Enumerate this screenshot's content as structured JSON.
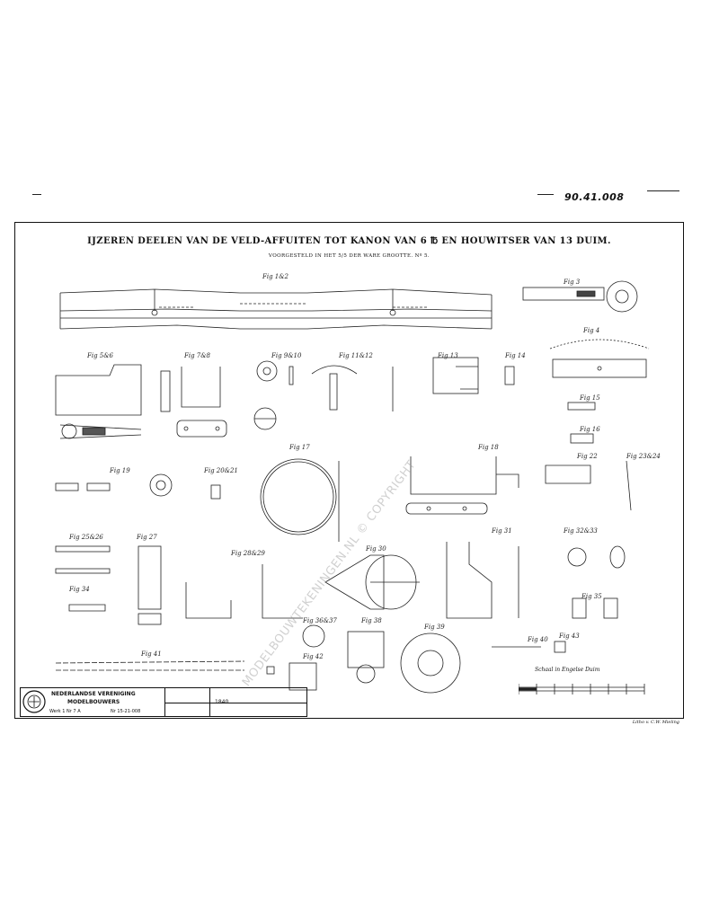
{
  "stamp": {
    "text": "90.41.008"
  },
  "sheet": {
    "title": "IJZEREN DEELEN VAN DE VELD-AFFUITEN TOT KANON VAN 6 ℔ EN HOUWITSER VAN 13 DUIM.",
    "subtitle": "VOORGESTELD IN HET 5/5 DER WARE GROOTTE. Nº 5."
  },
  "watermark": {
    "text": "MODELBOUWTEKENINGEN.NL © COPYRIGHT"
  },
  "title_block": {
    "org_line1": "NEDERLANDSE VERENIGING",
    "org_line2": "MODELBOUWERS",
    "code": "Werk 1  Nr 7  A",
    "number": "Nr 15-21-008",
    "date": "1840"
  },
  "scale": {
    "label": "Schaal in Engelse Duim"
  },
  "footnote": {
    "text": "Litho v. C.W. Mieling"
  },
  "figures": [
    "Fig 1&2",
    "Fig 3",
    "Fig 4",
    "Fig 5&6",
    "Fig 7&8",
    "Fig 9&10",
    "Fig 11&12",
    "Fig 13",
    "Fig 14",
    "Fig 15",
    "Fig 16",
    "Fig 17",
    "Fig 18",
    "Fig 19",
    "Fig 20&21",
    "Fig 22",
    "Fig 23&24",
    "Fig 25&26",
    "Fig 27",
    "Fig 28&29",
    "Fig 30",
    "Fig 31",
    "Fig 32&33",
    "Fig 34",
    "Fig 35",
    "Fig 36&37",
    "Fig 38",
    "Fig 39",
    "Fig 40",
    "Fig 41",
    "Fig 42",
    "Fig 43"
  ]
}
